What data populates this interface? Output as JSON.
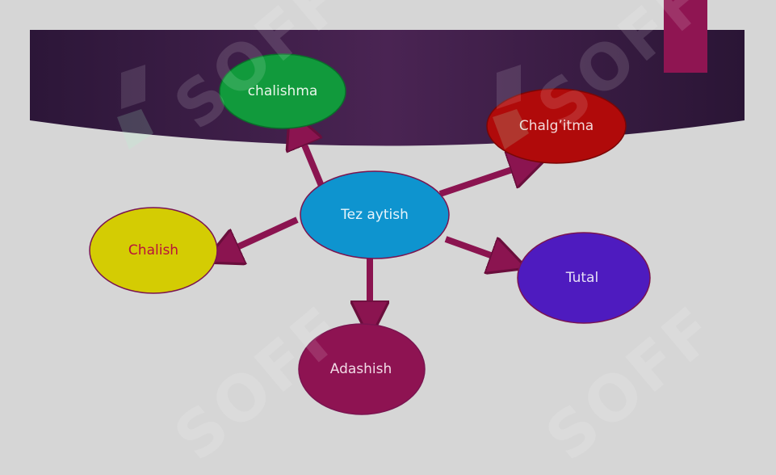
{
  "diagram": {
    "center": {
      "label": "Tez aytish",
      "color": "#0e94cf",
      "text_color": "#e8f4fb"
    },
    "nodes": [
      {
        "id": "chalishma",
        "label": "chalishma",
        "color": "#119a3c",
        "text_color": "#e9f6ea"
      },
      {
        "id": "chalgitma",
        "label": "Chalg’itma",
        "color": "#b00a0a",
        "text_color": "#f3dada"
      },
      {
        "id": "chalish",
        "label": "Chalish",
        "color": "#d4cc03",
        "text_color": "#b8123a"
      },
      {
        "id": "tutal",
        "label": "Tutal",
        "color": "#4e1bbf",
        "text_color": "#e6e0f6"
      },
      {
        "id": "adashish",
        "label": "Adashish",
        "color": "#8e1352",
        "text_color": "#f1dbe6"
      }
    ],
    "arrow_color": "#8b1450",
    "banner_color": "#3a1d45",
    "accent_color": "#8f1552"
  },
  "watermark": {
    "text": "SOFF"
  }
}
